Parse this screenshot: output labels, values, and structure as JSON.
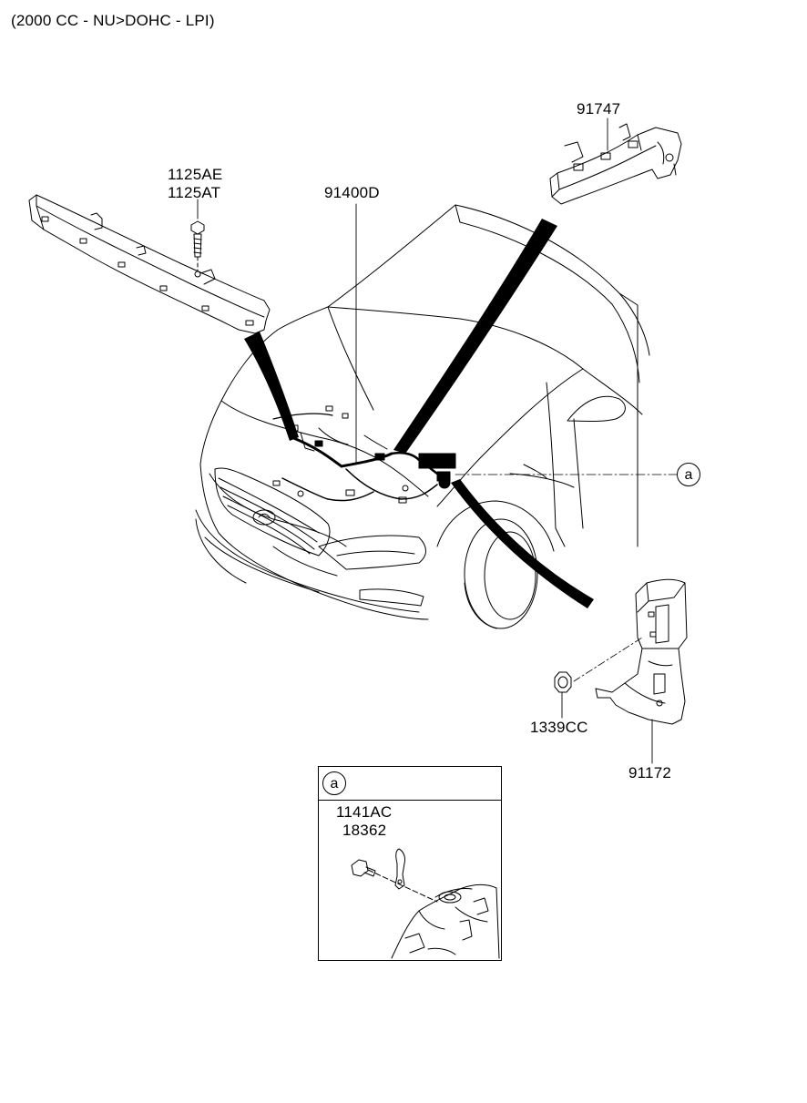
{
  "header": {
    "engine_spec": "(2000 CC - NU>DOHC - LPI)"
  },
  "parts": {
    "bracket_bolt_1": "1125AE",
    "bracket_bolt_2": "1125AT",
    "harness": "91400D",
    "relay_bracket": "91747",
    "nut": "1339CC",
    "junction_bracket": "91172"
  },
  "callouts": {
    "main_ref": "a",
    "detail_ref": "a"
  },
  "detail": {
    "part_1": "1141AC",
    "part_2": "18362"
  }
}
